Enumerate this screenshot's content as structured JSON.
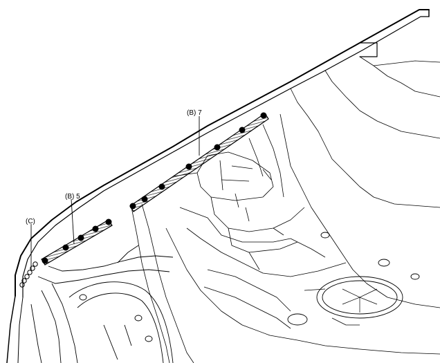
{
  "callouts": {
    "b7": "(B) 7",
    "b5": "(B) 5",
    "c": "(C)"
  },
  "seam_welds": {
    "group_b7_count": 7,
    "group_b5_count": 5
  },
  "colors": {
    "line": "#000000",
    "background": "#ffffff"
  }
}
